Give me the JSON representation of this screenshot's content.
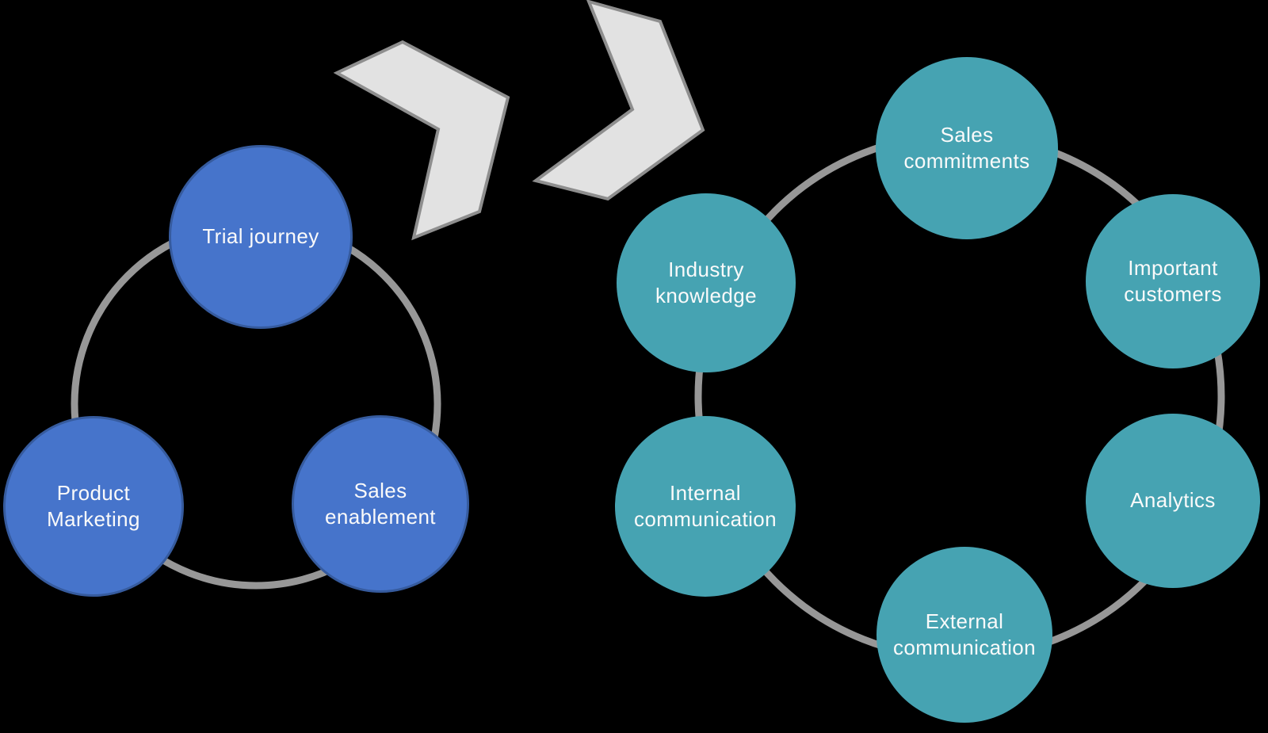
{
  "background": "#000000",
  "colors": {
    "blue_fill": "#4674CB",
    "blue_border": "#365B9E",
    "teal_fill": "#46A3B2",
    "ring_gray": "#979797",
    "chevron_fill": "#E2E2E2",
    "chevron_border": "#8E8E8E",
    "label_text": "#FAFAFA"
  },
  "left_cycle": {
    "nodes": [
      {
        "label": "Trial journey"
      },
      {
        "label": "Product\nMarketing"
      },
      {
        "label": "Sales\nenablement"
      }
    ]
  },
  "right_cycle": {
    "nodes": [
      {
        "label": "Sales\ncommitments"
      },
      {
        "label": "Important\ncustomers"
      },
      {
        "label": "Analytics"
      },
      {
        "label": "External\ncommunication"
      },
      {
        "label": "Internal\ncommunication"
      },
      {
        "label": "Industry\nknowledge"
      }
    ]
  },
  "icons": [
    {
      "name": "chevron-right-arrow"
    },
    {
      "name": "chevron-right-arrow"
    }
  ]
}
